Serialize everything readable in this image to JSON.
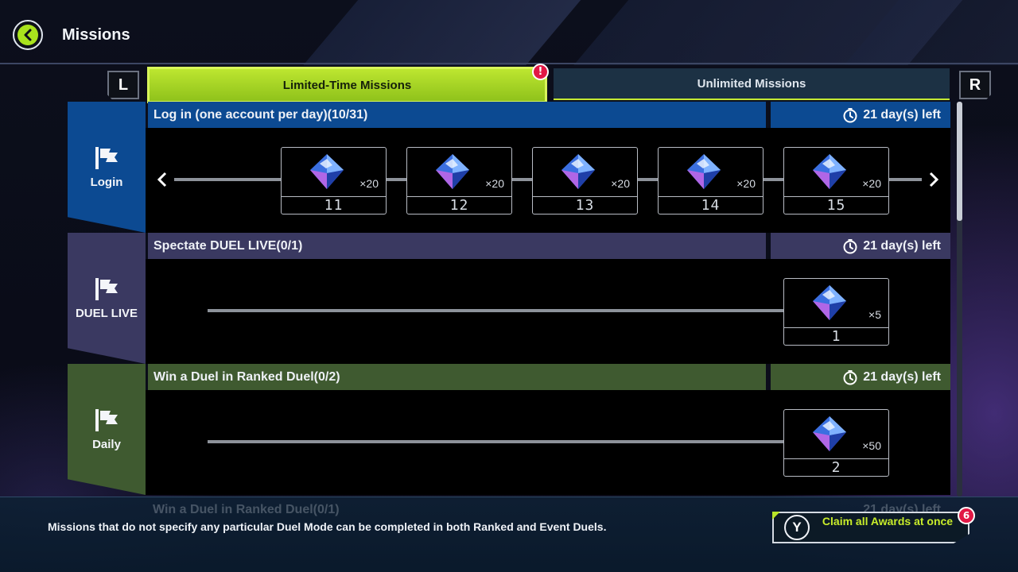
{
  "header": {
    "title": "Missions",
    "back_icon": "chevron-left-icon"
  },
  "shoulders": {
    "left": "L",
    "right": "R"
  },
  "tabs": [
    {
      "label": "Limited-Time Missions",
      "active": true,
      "alert": "!"
    },
    {
      "label": "Unlimited Missions",
      "active": false
    }
  ],
  "missions": [
    {
      "category": "Login",
      "color": "#0c4a92",
      "title": "Log in (one account per day)(10/31)",
      "deadline": "21 day(s) left",
      "rewards": [
        {
          "qty": "×20",
          "num": "11"
        },
        {
          "qty": "×20",
          "num": "12"
        },
        {
          "qty": "×20",
          "num": "13"
        },
        {
          "qty": "×20",
          "num": "14"
        },
        {
          "qty": "×20",
          "num": "15"
        }
      ]
    },
    {
      "category": "DUEL LIVE",
      "color": "#3a3961",
      "title": "Spectate DUEL LIVE(0/1)",
      "deadline": "21 day(s) left",
      "rewards": [
        {
          "qty": "×5",
          "num": "1"
        }
      ]
    },
    {
      "category": "Daily",
      "color": "#3f5a30",
      "title": "Win a Duel in Ranked Duel(0/2)",
      "deadline": "21 day(s) left",
      "rewards": [
        {
          "qty": "×50",
          "num": "2"
        }
      ]
    },
    {
      "title": "Win a Duel in Ranked Duel(0/1)",
      "deadline": "21 day(s) left"
    }
  ],
  "footer": {
    "info": "Missions that do not specify any particular Duel Mode can be completed in both Ranked and Event Duels.",
    "claim_button_key": "Y",
    "claim_label": "Claim all Awards at once",
    "claim_count": "6"
  },
  "colors": {
    "accent": "#a9e31d",
    "alert": "#e11845",
    "gem": "#3b6fe0"
  }
}
